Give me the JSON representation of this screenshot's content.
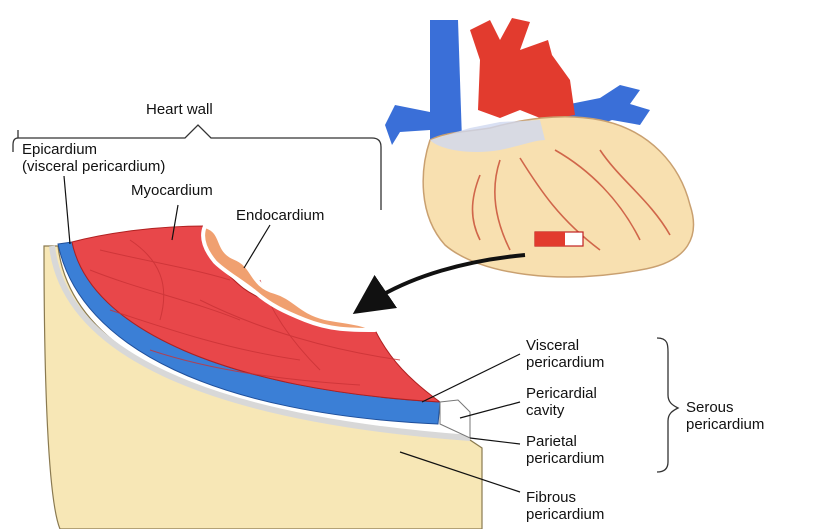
{
  "labels": {
    "heart_wall": "Heart wall",
    "epicardium": [
      "Epicardium",
      "(visceral pericardium)"
    ],
    "myocardium": "Myocardium",
    "endocardium": "Endocardium",
    "visceral_pericardium": [
      "Visceral",
      "pericardium"
    ],
    "pericardial_cavity": [
      "Pericardial",
      "cavity"
    ],
    "parietal_pericardium": [
      "Parietal",
      "pericardium"
    ],
    "fibrous_pericardium": [
      "Fibrous",
      "pericardium"
    ],
    "serous_pericardium": [
      "Serous",
      "pericardium"
    ]
  },
  "colors": {
    "myocardium": "#e8474a",
    "endocardium": "#f0a070",
    "visceral_layer": "#3b7fd6",
    "fibrous_layer": "#f7e7b6",
    "heart_body": "#f8e0b0",
    "vessel_red": "#e23b2e",
    "vessel_blue": "#3a6fd8"
  }
}
